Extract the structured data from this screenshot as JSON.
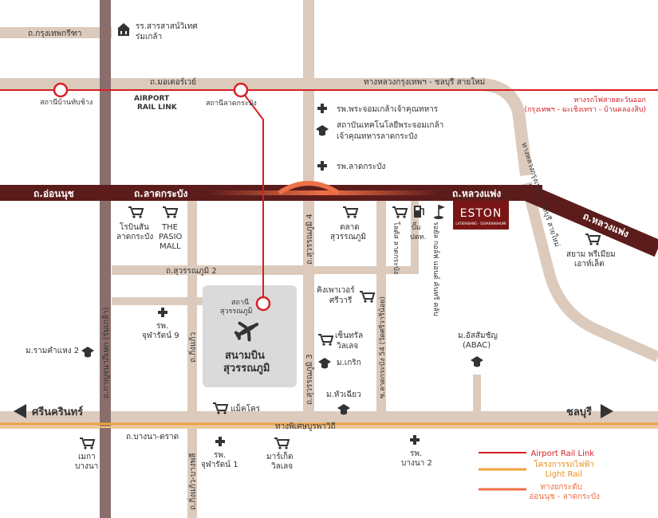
{
  "roads": {
    "krungthep_kritha": "ถ.กรุงเทพกรีฑา",
    "motorway": "ถ.มอเตอร์เวย์",
    "hw_krungthep_chonburi": "ทางหลวงกรุงเทพฯ - ชลบุรี สายใหม่",
    "on_nut": "ถ.อ่อนนุช",
    "lat_krabang": "ถ.ลาดกระบัง",
    "luang_phaeng": "ถ.หลวงแพ่ง",
    "luang_phaeng_diag": "ถ.หลวงแพ่ง",
    "hw_vertical": "ทางหลวงกรุงเทพฯ - ชลบุรี สายใหม่",
    "suvarnabhumi_2": "ถ.สุวรรณภูมิ 2",
    "suvarnabhumi_4": "ถ.สุวรรณภูมิ 4",
    "suvarnabhumi_3": "ถ.สุวรรณภูมิ 3",
    "lat_krabang_54": "ซ.ลาดกระบัง 54 (วัดศรีวารีน้อย)",
    "king_kaeo": "ถ.กิ่งแก้ว",
    "king_kaeo_bangphli": "ถ.กิ่งแก้ว-บางพลี",
    "romklao": "ถ.กาญจนาภิเษก (ร่มเกล้า)",
    "bangna_trat": "ถ.บางนา-ตราด",
    "expressway": "ทางพิเศษบูรพาวิถี",
    "srinakarin": "ศรีนครินทร์",
    "chonburi": "ชลบุรี"
  },
  "stations": {
    "ban_thap_chang": "สถานีบ้านทับช้าง",
    "lat_krabang": "สถานีลาดกระบัง",
    "airport_rail_link": [
      "AIRPORT",
      "RAIL LINK"
    ],
    "suvarnabhumi": [
      "สถานี",
      "สุวรรณภูมิ"
    ]
  },
  "airport": [
    "สนามบิน",
    "สุวรรณภูมิ"
  ],
  "eastern_rail": [
    "ทางรถไฟสายตะวันออก",
    "(กรุงเทพฯ - ฉะเชิงเทรา - บ้านคลองสิบ)"
  ],
  "places": {
    "school_top": [
      "รร.สารสาสน์วิเทศ",
      "ร่มเกล้า"
    ],
    "hosp_chaokhun": "รพ.พระจอมเกล้าเจ้าคุณทหาร",
    "kmitl": [
      "สถาบันเทคโนโลยีพระจอมเกล้า",
      "เจ้าคุณทหารลาดกระบัง"
    ],
    "hosp_latkrabang": "รพ.ลาดกระบัง",
    "robinson": [
      "โรบินสัน",
      "ลาดกระบัง"
    ],
    "paseo": [
      "THE",
      "PASIO",
      "MALL"
    ],
    "market": [
      "ตลาด",
      "สุวรรณภูมิ"
    ],
    "lotus": "โลตัส ลาดกระบัง",
    "ptt": [
      "ปั๊ม",
      "ปตท."
    ],
    "golf": "รอยัล กอล์ฟ แอนด์ คันทรี คลับ",
    "king_power": [
      "คิงเพาเวอร์",
      "ศรีวารี"
    ],
    "siam_premium": [
      "สยาม พรีเมียม",
      "เอาท์เล็ต"
    ],
    "chularat9": [
      "รพ.",
      "จุฬารัตน์ 9"
    ],
    "ramkhamhaeng2": "ม.รามคำแหง 2",
    "central": [
      "เซ็นทรัล",
      "วิลเลจ"
    ],
    "utcc": "ม.เกริก",
    "abac": [
      "ม.อัสสัมชัญ",
      "(ABAC)"
    ],
    "huachiew": "ม.หัวเฉียว",
    "makro": "แม็คโคร",
    "mega": [
      "เมกา",
      "บางนา"
    ],
    "chularat1": [
      "รพ.",
      "จุฬารัตน์ 1"
    ],
    "market_village": [
      "มาร์เก็ต",
      "วิลเลจ"
    ],
    "bangna2": [
      "รพ.",
      "บางนา 2"
    ]
  },
  "brand": {
    "name": "ESTON",
    "tagline": "LATKRABANG - SUVARNABHUMI",
    "color": "#7a1515"
  },
  "legend": {
    "airport_rail_link": "Airport Rail Link",
    "light_rail": [
      "โครงการรถไฟฟ้า",
      "Light Rail"
    ],
    "elevated_road": [
      "ทางยกระดับ",
      "อ่อนนุช - ลาดกระบัง"
    ]
  },
  "colors": {
    "road": "#dccbbd",
    "main_road": "#5c1c1c",
    "arl": "#d61f26",
    "light_rail": "#f0a23b",
    "elevated": "#ee7045",
    "romklao": "#8a6e6c"
  }
}
